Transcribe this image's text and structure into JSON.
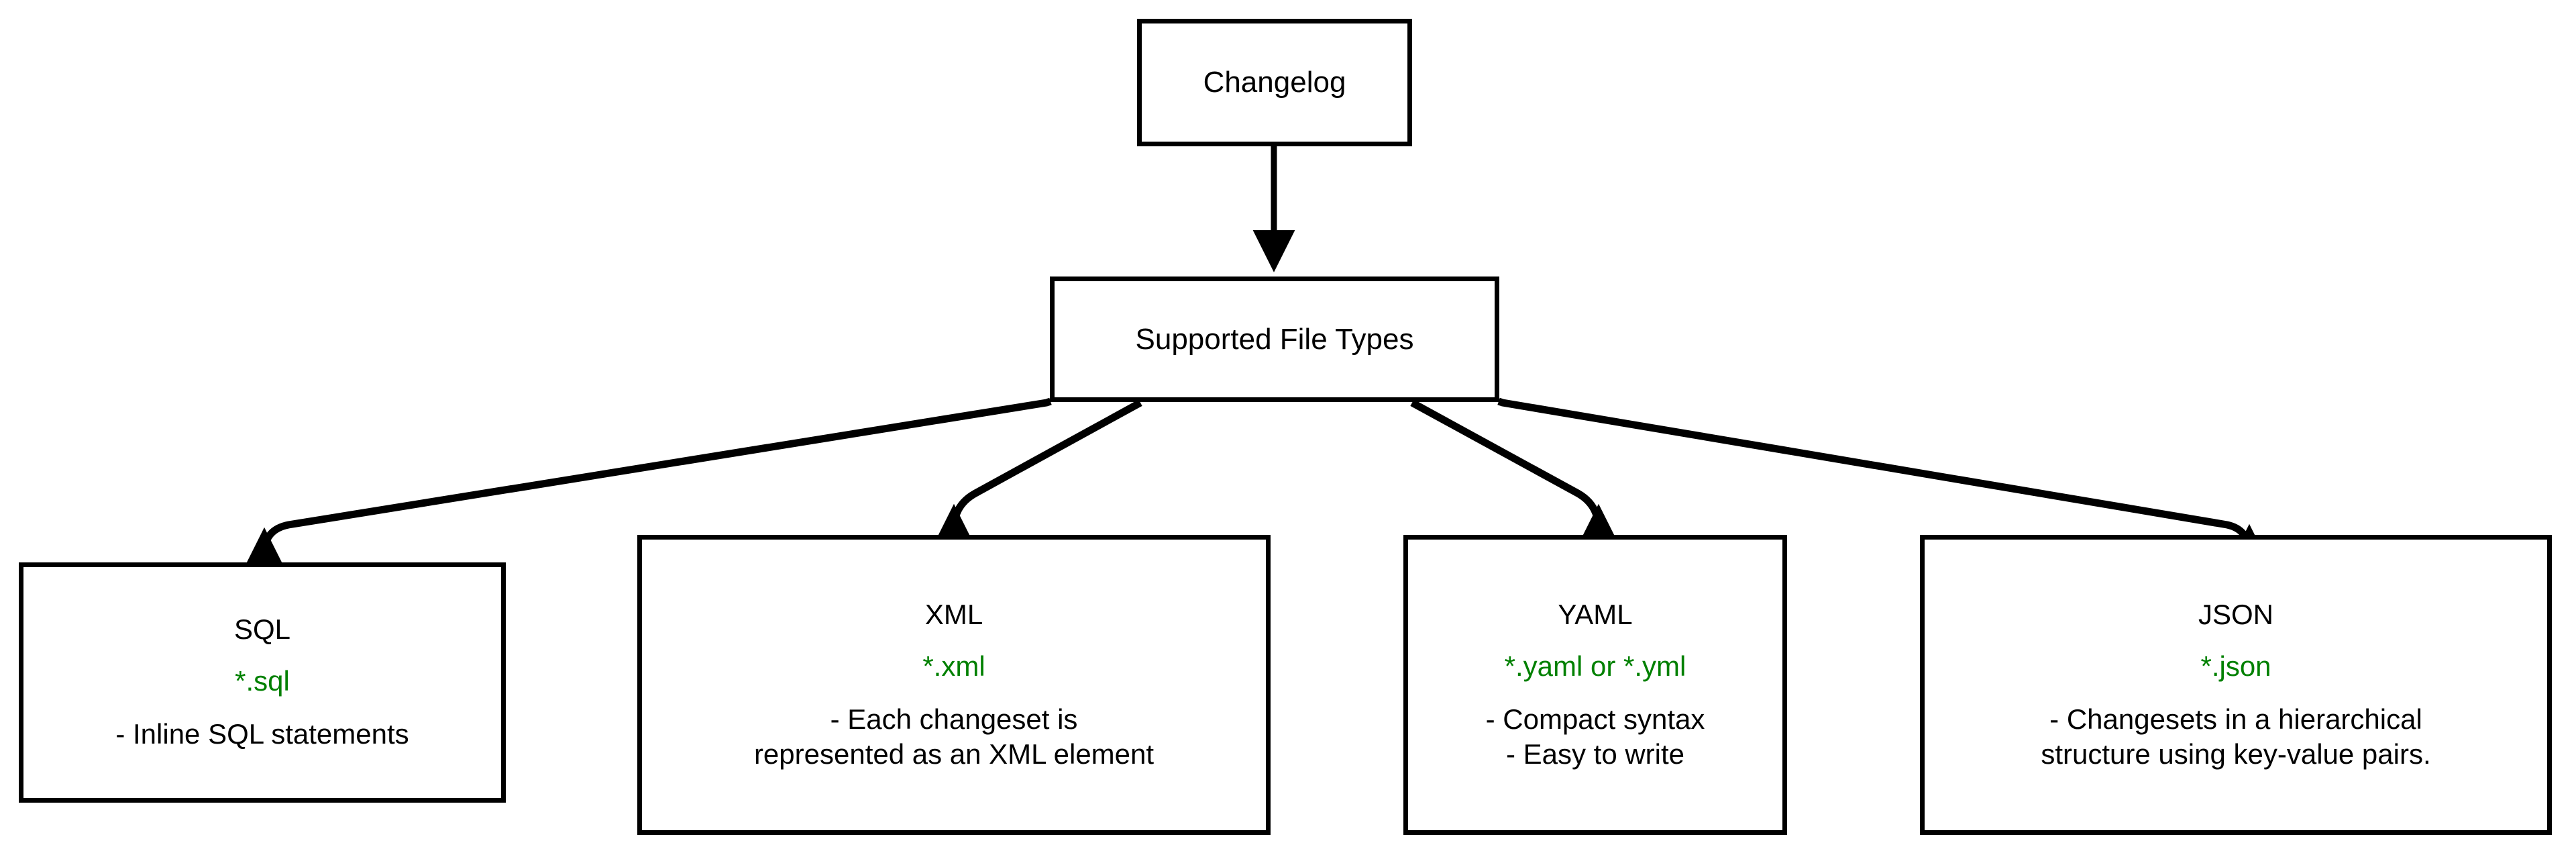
{
  "diagram": {
    "title": "Changelog Supported File Types",
    "accent_green": "#008000",
    "line_color": "#000000",
    "background": "#ffffff",
    "nodes": [
      {
        "id": "changelog",
        "title": "Changelog",
        "extension": "",
        "description": ""
      },
      {
        "id": "supported",
        "title": "Supported File Types",
        "extension": "",
        "description": ""
      },
      {
        "id": "sql",
        "title": "SQL",
        "extension": "*.sql",
        "desc_line1": "- Inline SQL statements",
        "desc_line2": ""
      },
      {
        "id": "xml",
        "title": "XML",
        "extension": "*.xml",
        "desc_line1": "- Each changeset is",
        "desc_line2": "represented as an XML element"
      },
      {
        "id": "yaml",
        "title": "YAML",
        "extension": "*.yaml or *.yml",
        "desc_line1": "- Compact syntax",
        "desc_line2": "- Easy to write"
      },
      {
        "id": "json",
        "title": "JSON",
        "extension": "*.json",
        "desc_line1": "- Changesets in a hierarchical",
        "desc_line2": "structure using key-value pairs."
      }
    ],
    "edges": [
      {
        "from": "changelog",
        "to": "supported",
        "label": ""
      },
      {
        "from": "supported",
        "to": "sql",
        "label": ""
      },
      {
        "from": "supported",
        "to": "xml",
        "label": ""
      },
      {
        "from": "supported",
        "to": "yaml",
        "label": ""
      },
      {
        "from": "supported",
        "to": "json",
        "label": ""
      }
    ]
  }
}
